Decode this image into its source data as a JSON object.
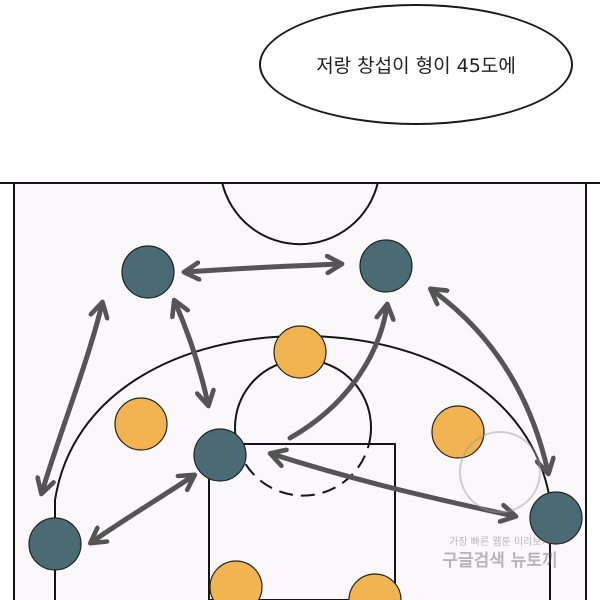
{
  "speech_bubble": {
    "text": "저랑 창섭이 형이 45도에"
  },
  "court": {
    "background": "#fbf8fb",
    "line_color": "#151515",
    "arrow_color": "#555555",
    "team_a_color": "#4a6b74",
    "team_b_color": "#f2b451"
  },
  "players": {
    "teal": [
      "player-top-left",
      "player-top-right",
      "player-center",
      "player-bottom-left",
      "player-bottom-right"
    ],
    "orange": [
      "player-top-middle",
      "player-left-wing",
      "player-right-wing",
      "player-low-left",
      "player-low-right"
    ]
  },
  "watermark": {
    "line1": "가장 빠른 웹툰 미리보기",
    "line2": "구글검색 뉴토끼"
  }
}
